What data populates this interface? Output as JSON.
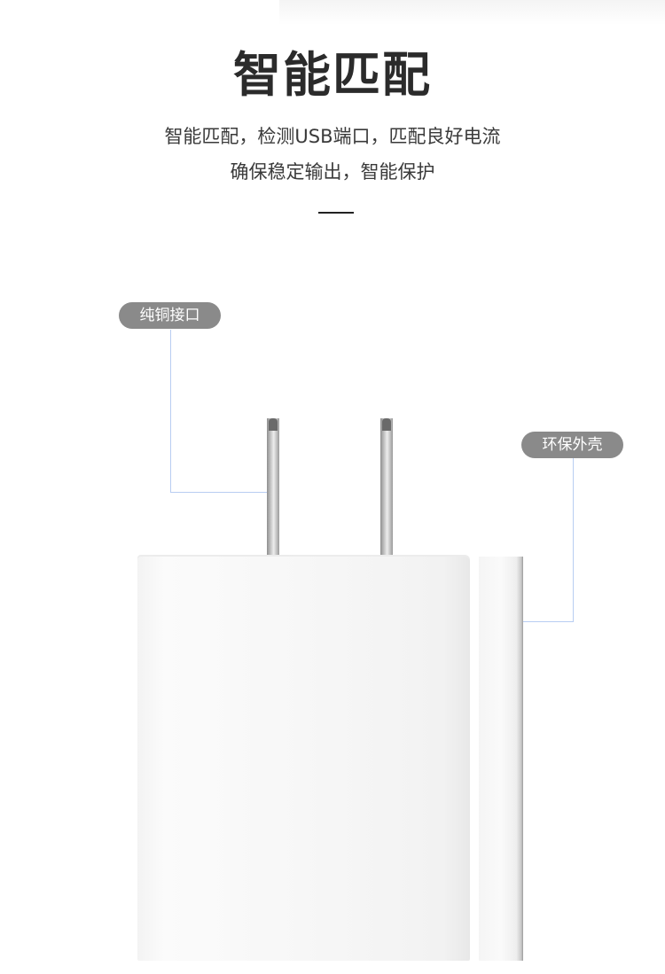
{
  "header": {
    "title": "智能匹配",
    "desc_line1": "智能匹配，检测USB端口，匹配良好电流",
    "desc_line2": "确保稳定输出，智能保护"
  },
  "callouts": {
    "copper_label": "纯铜接口",
    "shell_label": "环保外壳"
  },
  "colors": {
    "pill_bg": "#8a8a8a",
    "callout_line": "#b8cdf2",
    "callout_dot": "#7fa9ec",
    "title_text": "#2b2b2b"
  }
}
